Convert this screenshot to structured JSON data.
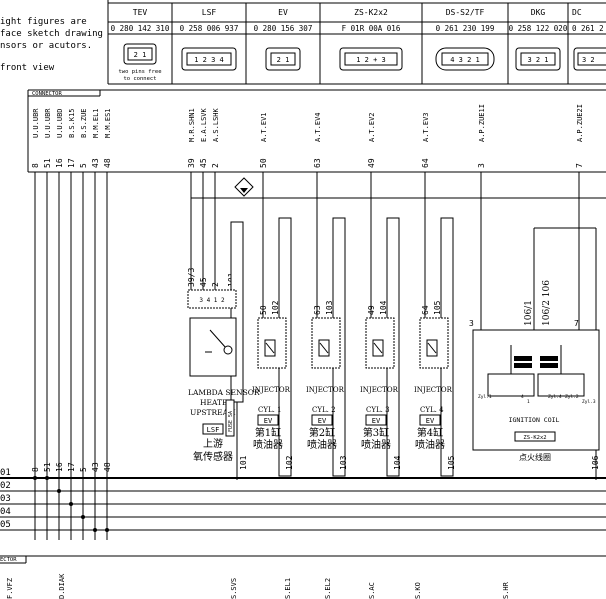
{
  "intro": {
    "line1": "ight figures are",
    "line2": "face sketch drawing",
    "line3": "nsors or acutors.",
    "line4": "front view"
  },
  "components": [
    {
      "name": "TEV",
      "part": "0 280 142 310",
      "pins": "2 1",
      "note1": "two pins free",
      "note2": "to connect"
    },
    {
      "name": "LSF",
      "part": "0 258 006 937",
      "pins": "1 2 3 4"
    },
    {
      "name": "EV",
      "part": "0 280 156 307",
      "pins": "2 1"
    },
    {
      "name": "ZS-K2x2",
      "part": "F 01R 00A 016",
      "pins": "1 2 + 3"
    },
    {
      "name": "DS-S2/TF",
      "part": "0 261 230 199",
      "pins": "4 3 2 1"
    },
    {
      "name": "DKG",
      "part": "0 258 122 020",
      "pins": "3 2 1"
    },
    {
      "name": "DC",
      "part": "0 261 2",
      "pins": "3 2"
    }
  ],
  "connector_label": "CONNECTOR",
  "ecu_signals": [
    {
      "sig": "U.U.UBR",
      "pin": "8"
    },
    {
      "sig": "U.U.UBR",
      "pin": "51"
    },
    {
      "sig": "U.U.UBD",
      "pin": "16"
    },
    {
      "sig": "B.S.K15",
      "pin": "17"
    },
    {
      "sig": "B.S.ZUE",
      "pin": "5"
    },
    {
      "sig": "M.M.EL1",
      "pin": "43"
    },
    {
      "sig": "M.M.ES1",
      "pin": "48"
    },
    {
      "sig": "M.R.SHN1",
      "pin": "39"
    },
    {
      "sig": "E.A.LSVK",
      "pin": "45"
    },
    {
      "sig": "A.S.LSHK",
      "pin": "2"
    },
    {
      "sig": "A.T.EV1",
      "pin": "50"
    },
    {
      "sig": "A.T.EV4",
      "pin": "63"
    },
    {
      "sig": "A.T.EV2",
      "pin": "49"
    },
    {
      "sig": "A.T.EV3",
      "pin": "64"
    },
    {
      "sig": "A.P.ZUE1I",
      "pin": "3"
    },
    {
      "sig": "A.P.ZUE2I",
      "pin": "7"
    }
  ],
  "lambda": {
    "wire1": "39/3",
    "wire2": "45",
    "wire3": "2",
    "wire4": "101",
    "pins": "3 4 1 2",
    "label1": "LAMBDA SENSOR",
    "label2": "HEATED",
    "label3": "UPSTREAM",
    "code": "LSF",
    "cn1": "上游",
    "cn2": "氧传感器",
    "fuse": "FUSE 5A",
    "out": "101"
  },
  "injectors": [
    {
      "top1": "50",
      "top2": "102",
      "title": "INJECTOR",
      "cyl": "CYL. 1",
      "code": "EV",
      "cn1": "第1缸",
      "cn2": "喷油器",
      "out": "102"
    },
    {
      "top1": "63",
      "top2": "103",
      "title": "INJECTOR",
      "cyl": "CYL. 2",
      "code": "EV",
      "cn1": "第2缸",
      "cn2": "喷油器",
      "out": "103"
    },
    {
      "top1": "49",
      "top2": "104",
      "title": "INJECTOR",
      "cyl": "CYL. 3",
      "code": "EV",
      "cn1": "第3缸",
      "cn2": "喷油器",
      "out": "104"
    },
    {
      "top1": "64",
      "top2": "105",
      "title": "INJECTOR",
      "cyl": "CYL. 4",
      "code": "EV",
      "cn1": "第4缸",
      "cn2": "喷油器",
      "out": "105"
    }
  ],
  "coil": {
    "w1": "106/1",
    "w2": "106/2 106",
    "p3": "3",
    "p7": "7",
    "title": "IGNITION COIL",
    "code": "ZS-K2x2",
    "cn": "点火线圈",
    "out": "106",
    "pins": [
      "Zyl.1",
      "4",
      "Zyl.4",
      "Zyl.2",
      "1",
      "Zyl.3"
    ]
  },
  "bottom_pins": [
    "8",
    "51",
    "16",
    "17",
    "5",
    "43",
    "48"
  ],
  "rails": [
    "01",
    "02",
    "03",
    "04",
    "05"
  ],
  "bottom_connector": "ECTOR",
  "bottom_signals": [
    "F.VFZ",
    "D.DIAK",
    "S.SVS",
    "S.EL1",
    "S.EL2",
    "S.AC",
    "S.KO",
    "S.HR"
  ]
}
